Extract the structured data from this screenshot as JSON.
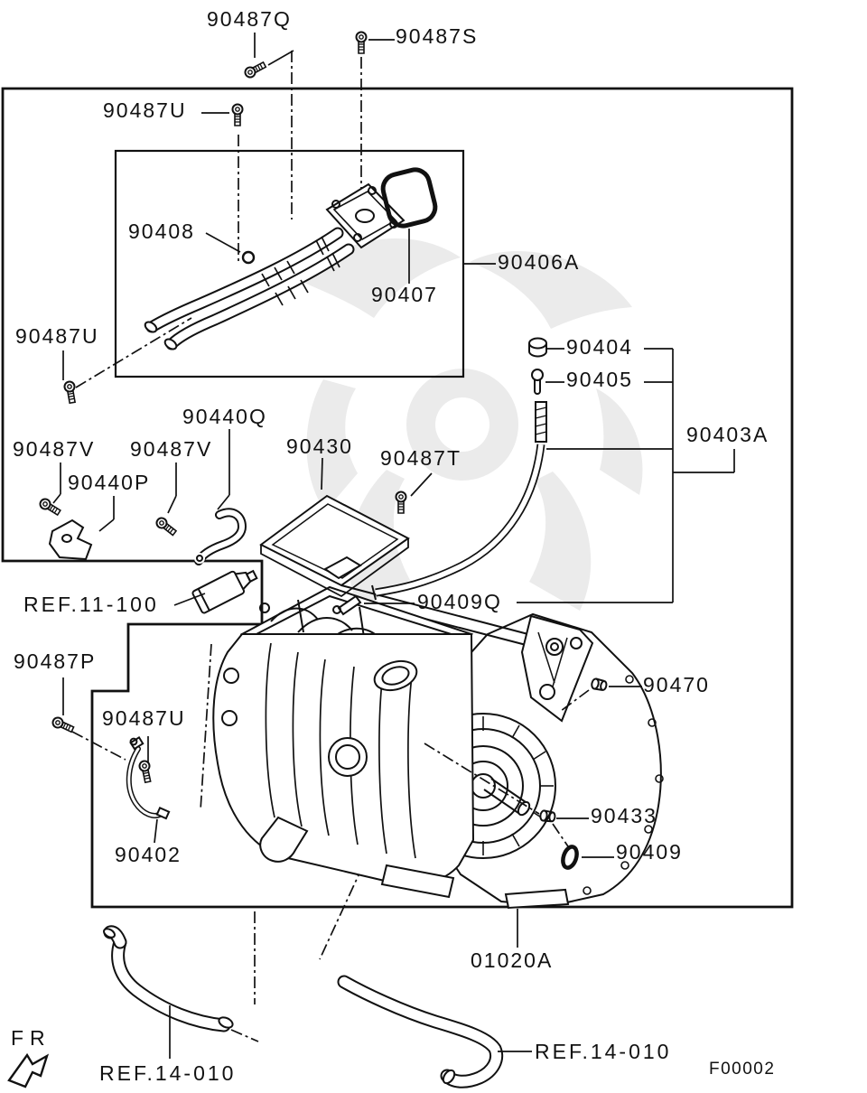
{
  "page": {
    "background": "#ffffff",
    "line_color": "#111111",
    "watermark_color": "#ebebeb"
  },
  "figure": {
    "code": "F00002",
    "direction_label": "FR"
  },
  "labels": {
    "q487": "90487Q",
    "s487": "90487S",
    "u487_top": "90487U",
    "p408": "90408",
    "a406": "90406A",
    "p407": "90407",
    "u487_left": "90487U",
    "p404": "90404",
    "p405": "90405",
    "q440": "90440Q",
    "a403": "90403A",
    "v487_1": "90487V",
    "v487_2": "90487V",
    "p430": "90430",
    "t487": "90487T",
    "p440": "90440P",
    "ref11": "REF.11-100",
    "q409": "90409Q",
    "p487": "90487P",
    "p470": "90470",
    "u487_bot": "90487U",
    "p433": "90433",
    "p402": "90402",
    "p409": "90409",
    "a01020": "01020A",
    "ref14_left": "REF.14-010",
    "ref14_right": "REF.14-010"
  },
  "icons": {
    "bolt": "machine-screw",
    "plug": "cylindrical-plug",
    "cap": "cap-90404",
    "pin": "pin-90405",
    "o_ring": "o-ring-seal",
    "gasket": "rectangular-gasket",
    "clip": "hose-clip",
    "fr_arrow": "front-direction-arrow"
  }
}
